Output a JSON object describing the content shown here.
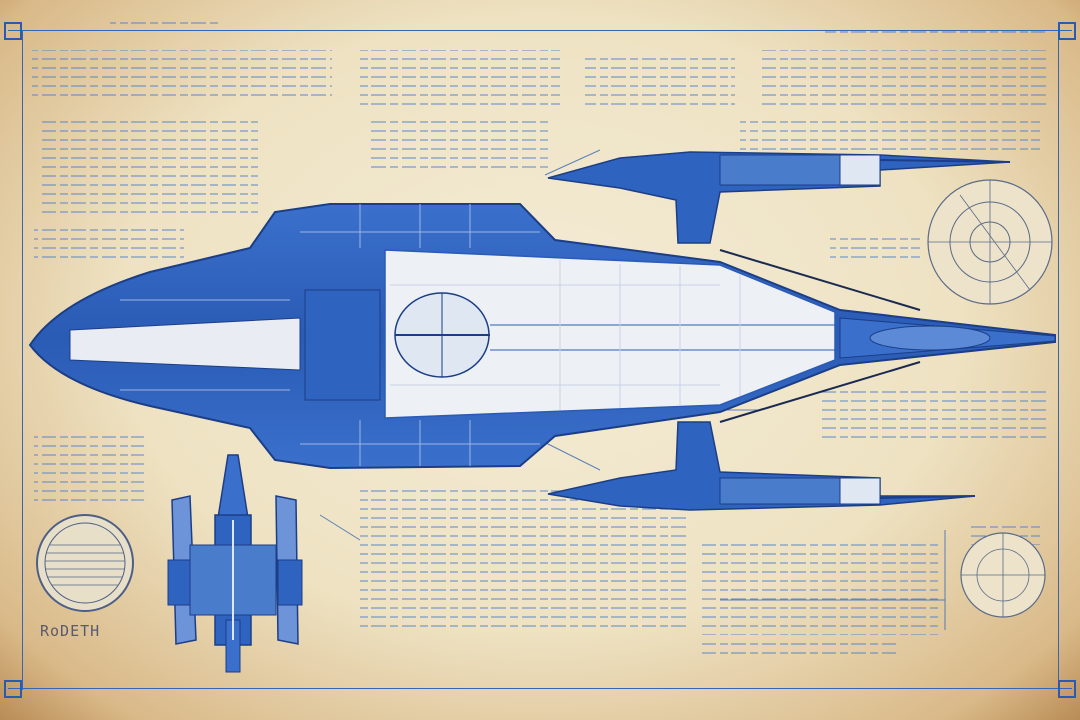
{
  "signature": "RoDETH",
  "colors": {
    "paper": "#f1e7cc",
    "ink_blue": "#2b5fb8",
    "hull_blue": "#2f63c0",
    "edge_burn": "#b98c55"
  },
  "icons": [
    "starship-top-view",
    "starship-front-view",
    "nacelle-upper",
    "nacelle-lower",
    "radial-seal-left",
    "radial-gauge-right-top",
    "radial-gauge-right-bottom"
  ]
}
